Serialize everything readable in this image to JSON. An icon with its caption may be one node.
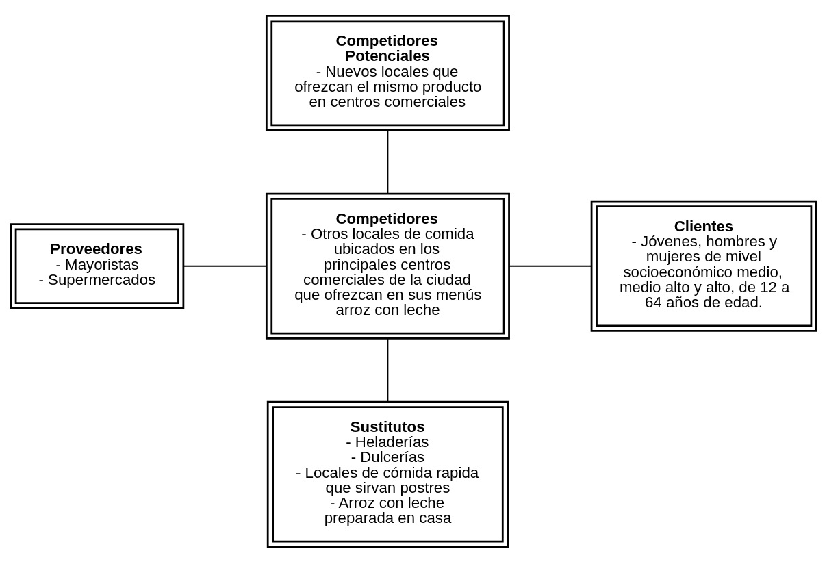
{
  "diagram": {
    "nodes": [
      {
        "text": [
          "Competidores Potenciales",
          "- Nuevos locales que ofrezcan el mismo producto en centros comerciales"
        ]
      },
      {
        "text": [
          "Proveedores",
          "- Mayoristas",
          "- Supermercados"
        ]
      },
      {
        "text": [
          "Competidores",
          "- Otros locales de comida ubicados en los principales centros comerciales de la ciudad que ofrezcan en sus menús arroz con leche"
        ]
      },
      {
        "text": [
          "Clientes",
          "- Jóvenes, hombres y mujeres de mivel socioeconómico medio, medio alto y alto, de 12 a 64 años de edad."
        ]
      },
      {
        "text": [
          "Sustitutos",
          "- Heladerías",
          "- Dulcerías",
          "- Locales de cómida rapida que sirvan postres",
          "- Arroz con leche preparada en casa"
        ]
      }
    ],
    "edges": [
      {
        "from": 0,
        "to": 2,
        "arrow": "none"
      },
      {
        "from": 1,
        "to": 2,
        "arrow": "none"
      },
      {
        "from": 2,
        "to": 3,
        "arrow": "none"
      },
      {
        "from": 2,
        "to": 4,
        "arrow": "none"
      }
    ]
  }
}
